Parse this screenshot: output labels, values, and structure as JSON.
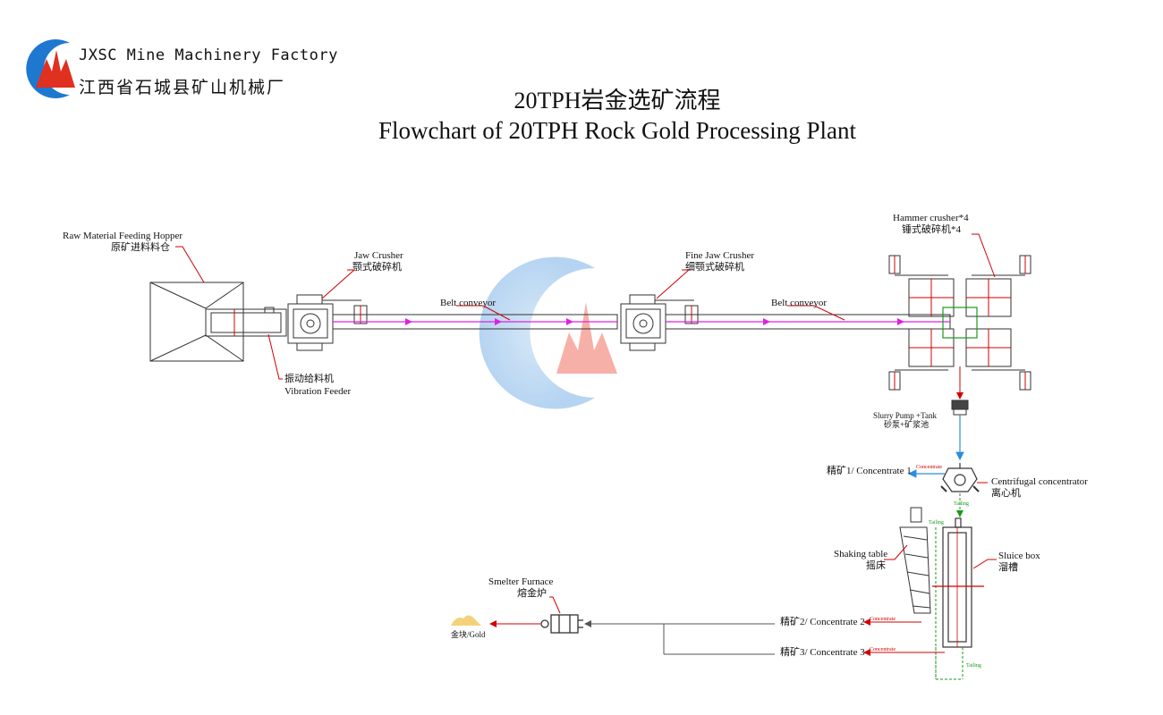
{
  "header": {
    "company_en": "JXSC Mine Machinery Factory",
    "company_cn": "江西省石城县矿山机械厂"
  },
  "title": {
    "cn": "20TPH岩金选矿流程",
    "en": "Flowchart of 20TPH Rock Gold  Processing Plant"
  },
  "nodes": {
    "hopper": {
      "en": "Raw Material Feeding Hopper",
      "cn": "原矿进料料仓"
    },
    "jaw_crusher": {
      "en": "Jaw Crusher",
      "cn": "颚式破碎机"
    },
    "fine_jaw_crusher": {
      "en": "Fine Jaw Crusher",
      "cn": "细颚式破碎机"
    },
    "hammer_crusher": {
      "en": "Hammer crusher*4",
      "cn": "锤式破碎机*4"
    },
    "belt_conveyor_1": {
      "en": "Belt conveyor"
    },
    "belt_conveyor_2": {
      "en": "Belt conveyor"
    },
    "vibration_feeder": {
      "cn": "振动给料机",
      "en": "Vibration Feeder"
    },
    "slurry_pump": {
      "en": "Slurry Pump +Tank",
      "cn": "砂泵+矿浆池"
    },
    "centrifugal": {
      "en": "Centrifugal concentrator",
      "cn": "离心机"
    },
    "shaking_table": {
      "en": "Shaking table",
      "cn": "摇床"
    },
    "sluice_box": {
      "en": "Sluice box",
      "cn": "溜槽"
    },
    "smelter": {
      "en": "Smelter Furnace",
      "cn": "熔金炉"
    },
    "gold": {
      "text": "金块/Gold"
    }
  },
  "flows": {
    "concentrate_1": "精矿1/ Concentrate 1",
    "concentrate_2": "精矿2/ Concentrate 2",
    "concentrate_3": "精矿3/ Concentrate 3",
    "concentrate_tag": "Concentrate",
    "tailing_tag": "Tailing"
  },
  "colors": {
    "line": "#333333",
    "leader": "#d10000",
    "belt_arrow": "#e020e0",
    "slurry_flow": "#2a8de0",
    "tailing_flow": "#1a9a1a",
    "concentrate_flow": "#d10000",
    "logo_blue": "#1e78d0",
    "logo_red": "#e03020",
    "gold_pile": "#f3d27a"
  }
}
